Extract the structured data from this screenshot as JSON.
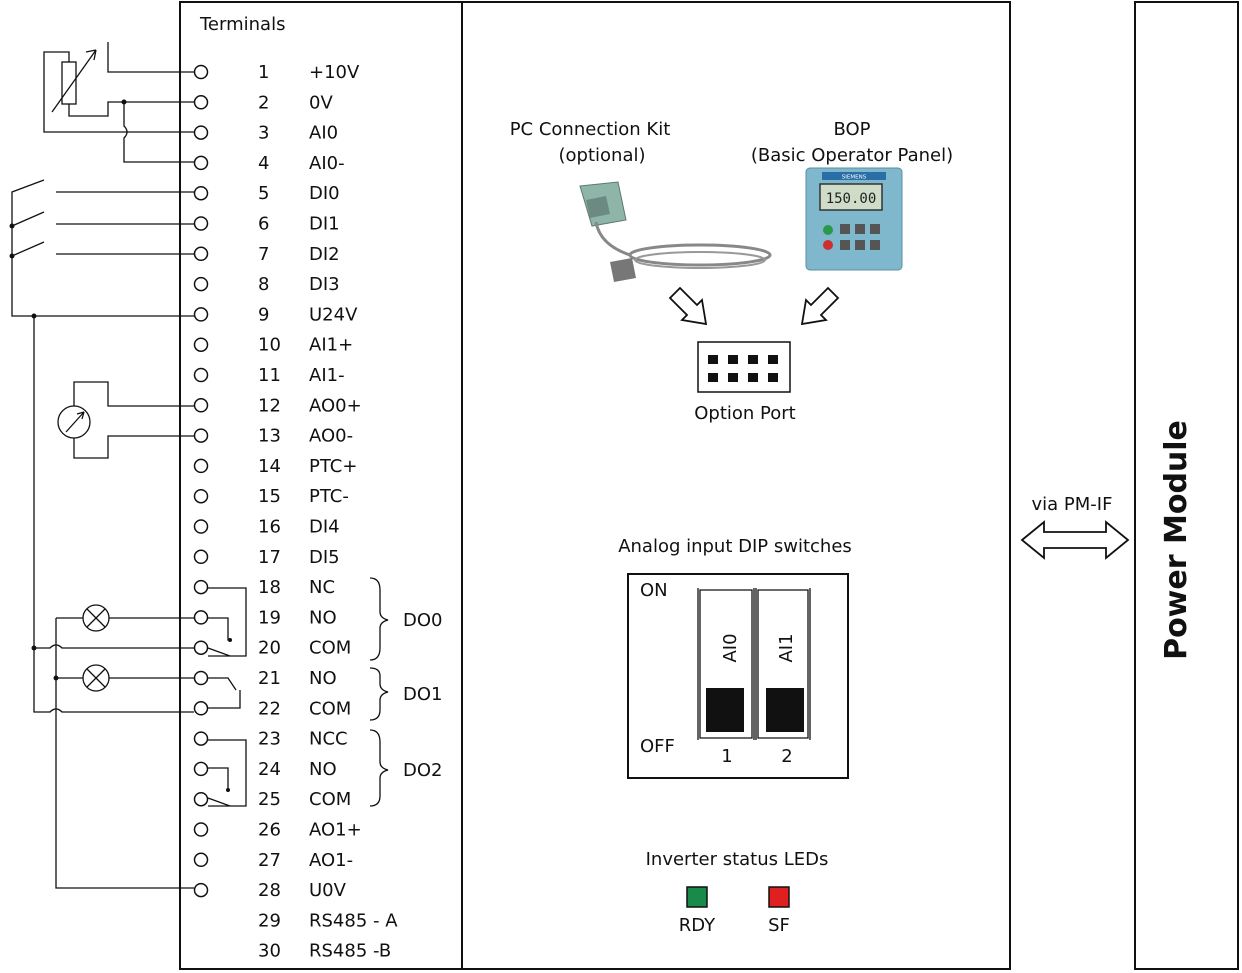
{
  "terminals_header": "Terminals",
  "terminals": [
    {
      "num": "1",
      "name": "+10V"
    },
    {
      "num": "2",
      "name": "0V"
    },
    {
      "num": "3",
      "name": "AI0"
    },
    {
      "num": "4",
      "name": "AI0-"
    },
    {
      "num": "5",
      "name": "DI0"
    },
    {
      "num": "6",
      "name": "DI1"
    },
    {
      "num": "7",
      "name": "DI2"
    },
    {
      "num": "8",
      "name": "DI3"
    },
    {
      "num": "9",
      "name": "U24V"
    },
    {
      "num": "10",
      "name": "AI1+"
    },
    {
      "num": "11",
      "name": "AI1-"
    },
    {
      "num": "12",
      "name": "AO0+"
    },
    {
      "num": "13",
      "name": "AO0-"
    },
    {
      "num": "14",
      "name": "PTC+"
    },
    {
      "num": "15",
      "name": "PTC-"
    },
    {
      "num": "16",
      "name": "DI4"
    },
    {
      "num": "17",
      "name": "DI5"
    },
    {
      "num": "18",
      "name": "NC"
    },
    {
      "num": "19",
      "name": "NO"
    },
    {
      "num": "20",
      "name": "COM"
    },
    {
      "num": "21",
      "name": "NO"
    },
    {
      "num": "22",
      "name": "COM"
    },
    {
      "num": "23",
      "name": "NCC"
    },
    {
      "num": "24",
      "name": "NO"
    },
    {
      "num": "25",
      "name": "COM"
    },
    {
      "num": "26",
      "name": "AO1+"
    },
    {
      "num": "27",
      "name": "AO1-"
    },
    {
      "num": "28",
      "name": "U0V"
    },
    {
      "num": "29",
      "name": "RS485 - A"
    },
    {
      "num": "30",
      "name": "RS485 -B"
    }
  ],
  "relay_groups": [
    "DO0",
    "DO1",
    "DO2"
  ],
  "pc_kit": {
    "line1": "PC Connection Kit",
    "line2": "(optional)"
  },
  "bop": {
    "line1": "BOP",
    "line2": "(Basic Operator Panel)",
    "display": "150.00",
    "brand": "SIEMENS"
  },
  "option_port": "Option Port",
  "dip": {
    "title": "Analog input DIP switches",
    "on": "ON",
    "off": "OFF",
    "sw1": "AI0",
    "sw2": "AI1",
    "num1": "1",
    "num2": "2"
  },
  "leds": {
    "title": "Inverter status LEDs",
    "rdy": "RDY",
    "sf": "SF",
    "rdy_color": "#1a8a4a",
    "sf_color": "#e02020"
  },
  "interface": "via PM-IF",
  "power_module": "Power Module"
}
